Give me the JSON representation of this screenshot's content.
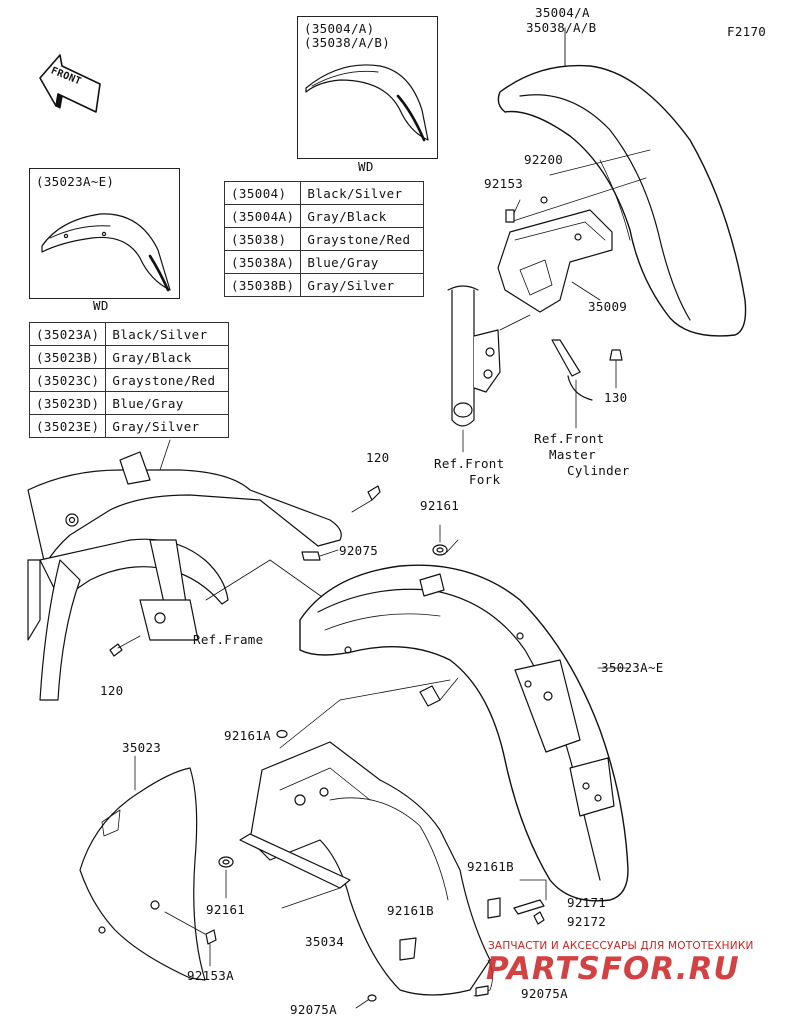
{
  "diagram_id": "F2170",
  "front_badge": "FRONT",
  "inset_top": {
    "codes": [
      "(35004/A)",
      "(35038/A/B)"
    ],
    "tag": "WD"
  },
  "inset_left": {
    "codes": [
      "(35023A~E)"
    ],
    "tag": "WD"
  },
  "color_table_front": [
    {
      "code": "(35004)",
      "color": "Black/Silver"
    },
    {
      "code": "(35004A)",
      "color": "Gray/Black"
    },
    {
      "code": "(35038)",
      "color": "Graystone/Red"
    },
    {
      "code": "(35038A)",
      "color": "Blue/Gray"
    },
    {
      "code": "(35038B)",
      "color": "Gray/Silver"
    }
  ],
  "color_table_rear": [
    {
      "code": "(35023A)",
      "color": "Black/Silver"
    },
    {
      "code": "(35023B)",
      "color": "Gray/Black"
    },
    {
      "code": "(35023C)",
      "color": "Graystone/Red"
    },
    {
      "code": "(35023D)",
      "color": "Blue/Gray"
    },
    {
      "code": "(35023E)",
      "color": "Gray/Silver"
    }
  ],
  "labels": {
    "front_fender_top": "35004/A",
    "front_fender_bottom": "35038/A/B",
    "p92200": "92200",
    "p92153": "92153",
    "p35009": "35009",
    "p130": "130",
    "ref_master_1": "Ref.Front",
    "ref_master_2": "Master",
    "ref_master_3": "Cylinder",
    "ref_fork_1": "Ref.Front",
    "ref_fork_2": "Fork",
    "p120_top": "120",
    "p92161_top": "92161",
    "p92075": "92075",
    "ref_frame": "Ref.Frame",
    "p120_bottom": "120",
    "rear_fender": "35023A~E",
    "p92161a": "92161A",
    "p35023": "35023",
    "p92161_bottom": "92161",
    "p92153a": "92153A",
    "p92161b_upper": "92161B",
    "p92161b_lower": "92161B",
    "p35034": "35034",
    "p92171": "92171",
    "p92172": "92172",
    "p92075a_left": "92075A",
    "p92075a_right": "92075A"
  },
  "watermark": {
    "caption": "ЗАПЧАСТИ И АКСЕССУАРЫ ДЛЯ МОТОТЕХНИКИ",
    "logo": "PARTSFOR.RU",
    "color": "#cc2222"
  }
}
